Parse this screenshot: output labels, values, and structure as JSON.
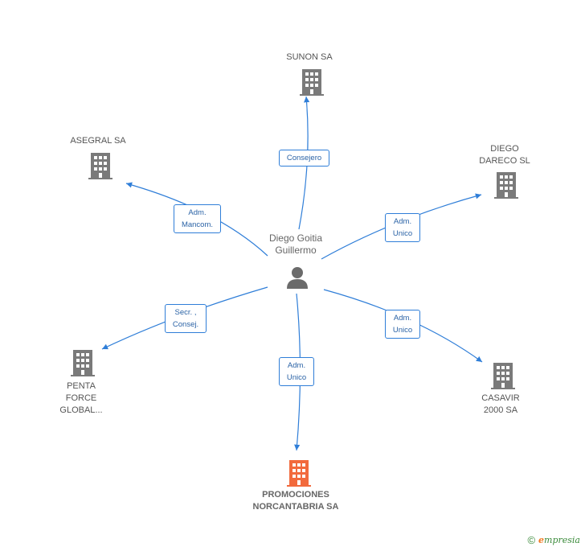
{
  "center": {
    "name": "Diego Goitia\nGuillermo",
    "icon": "person-icon"
  },
  "companies": {
    "sunon": {
      "name": "SUNON SA",
      "icon": "building-icon"
    },
    "asegral": {
      "name": "ASEGRAL SA",
      "icon": "building-icon"
    },
    "diego_dareco": {
      "name": "DIEGO\nDARECO SL",
      "icon": "building-icon"
    },
    "penta": {
      "name": "PENTA\nFORCE\nGLOBAL...",
      "icon": "building-icon"
    },
    "casavir": {
      "name": "CASAVIR\n2000 SA",
      "icon": "building-icon"
    },
    "promociones": {
      "name": "PROMOCIONES\nNORCANTABRIA SA",
      "icon": "building-icon"
    }
  },
  "relations": {
    "sunon": "Consejero",
    "asegral": "Adm.\nMancom.",
    "diego_dareco": "Adm.\nUnico",
    "penta": "Secr. ,\nConsej.",
    "casavir": "Adm.\nUnico",
    "promociones": "Adm.\nUnico"
  },
  "colors": {
    "edge": "#2f7ed8",
    "building": "#7a7a7a",
    "highlight": "#f26a3d"
  },
  "footer": {
    "copyright": "©",
    "brand_initial": "e",
    "brand_rest": "mpresia"
  }
}
